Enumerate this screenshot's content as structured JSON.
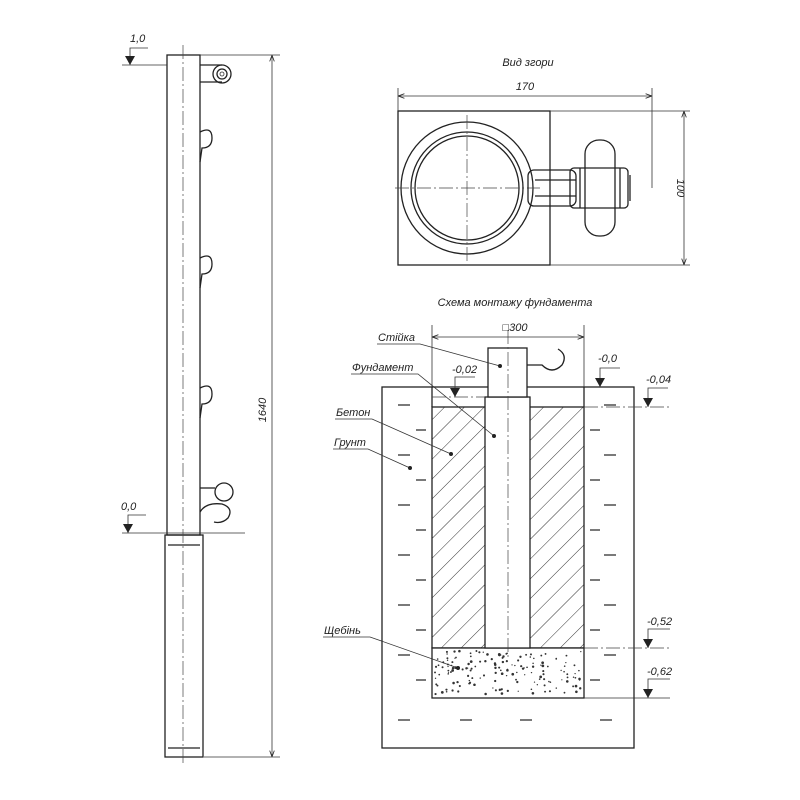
{
  "side_view": {
    "top_level": "1,0",
    "ground_level": "0,0",
    "height_dim": "1640"
  },
  "top_view": {
    "title": "Вид згори",
    "width_dim": "170",
    "depth_dim": "100"
  },
  "foundation": {
    "title": "Схема монтажу фундамента",
    "size_dim": "□300",
    "labels": {
      "post": "Стійка",
      "foundation": "Фундамент",
      "concrete": "Бетон",
      "soil": "Грунт",
      "gravel": "Щебінь"
    },
    "levels": {
      "foundation_top": "-0,02",
      "ground": "-0,0",
      "soil_top": "-0,04",
      "post_bottom": "-0,52",
      "pit_bottom": "-0,62"
    }
  }
}
